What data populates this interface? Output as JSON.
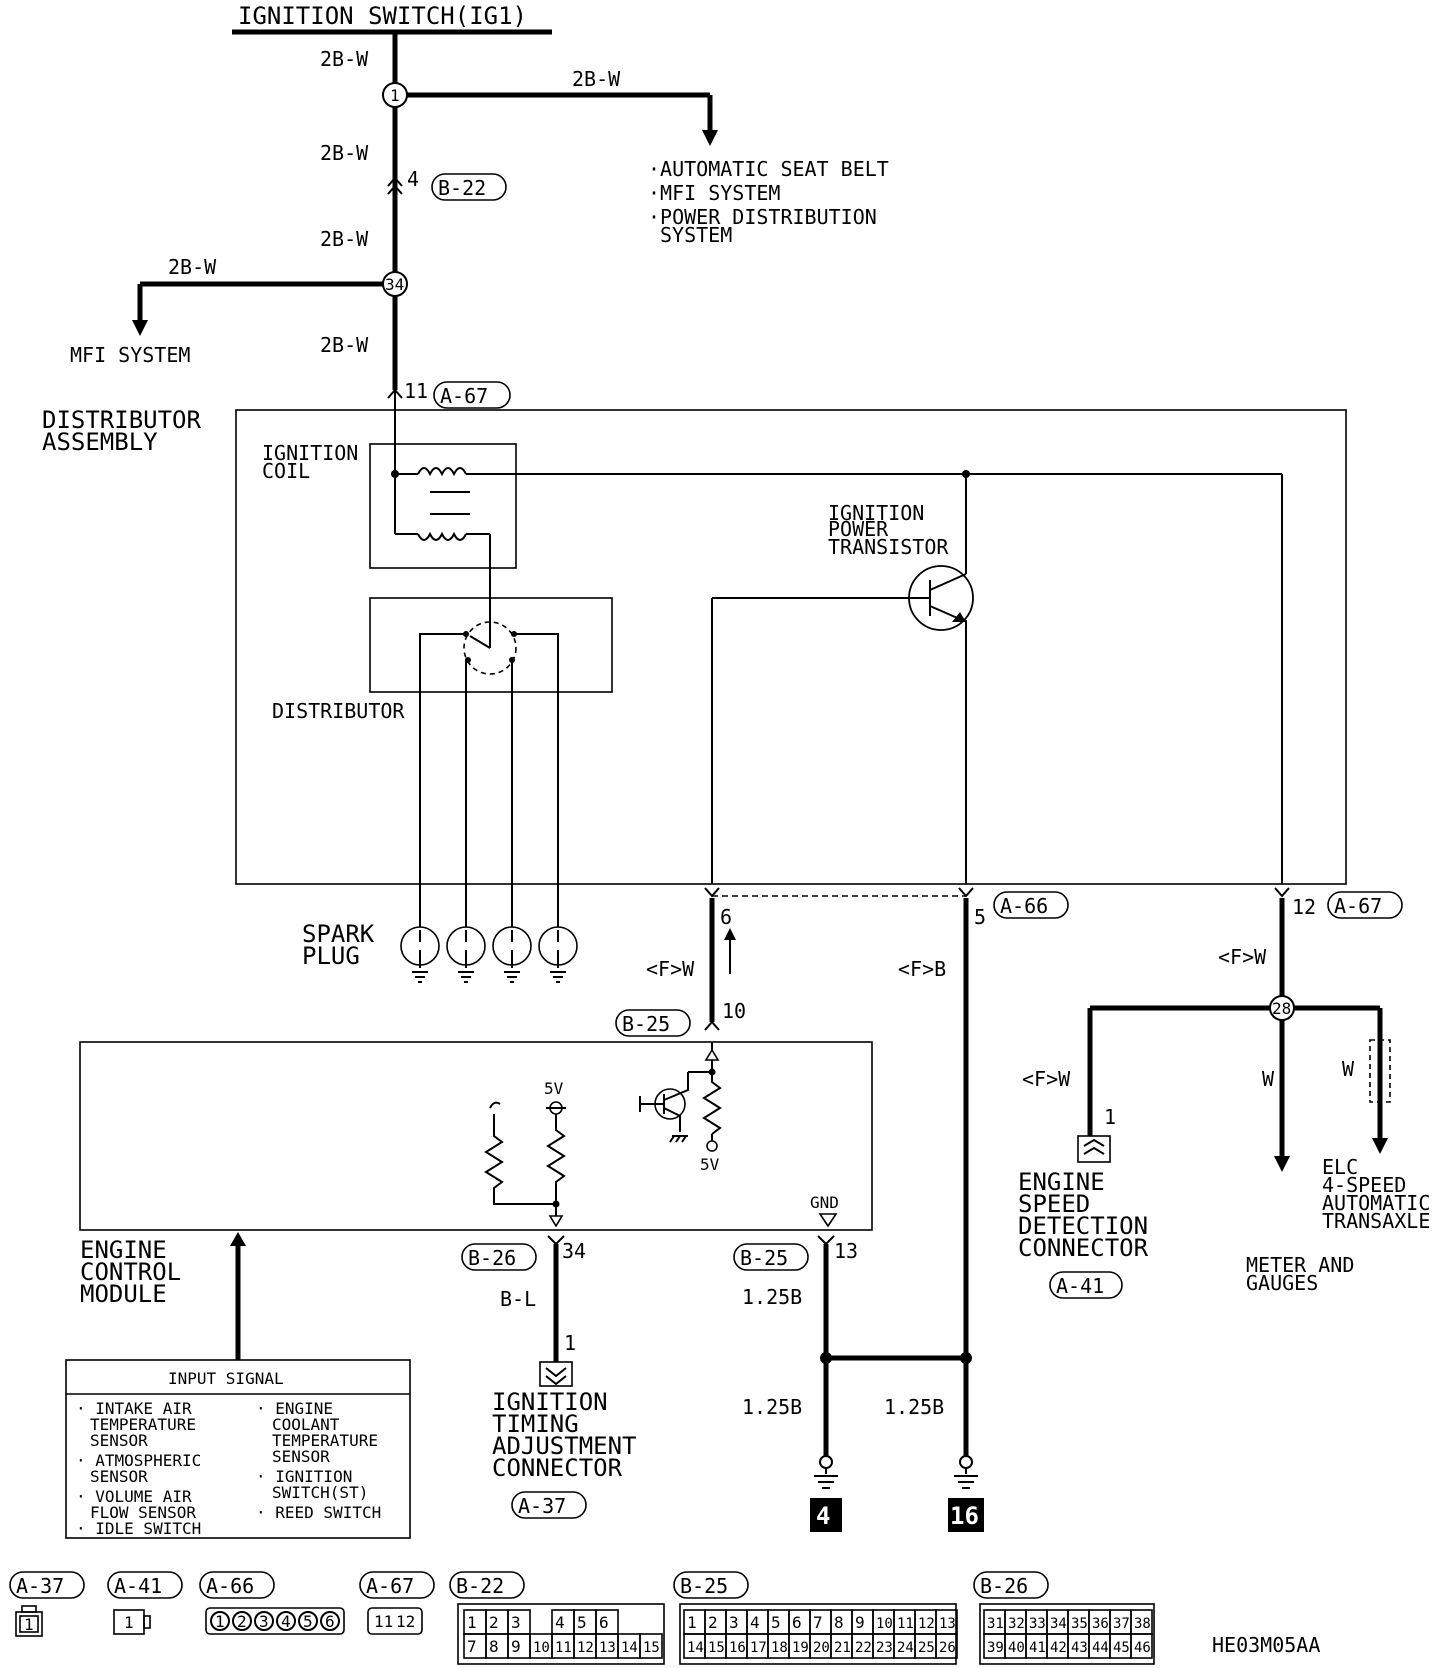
{
  "title": "IGNITION SWITCH(IG1)",
  "diagram_code": "HE03M05AA",
  "wire_labels": {
    "w_top": "2B-W",
    "w_branch_right": "2B-W",
    "w_mid1": "2B-W",
    "w_mid2": "2B-W",
    "w_branch_left": "2B-W",
    "w_mid3": "2B-W",
    "fw_6": "<F>W",
    "fb_5": "<F>B",
    "fw_12": "<F>W",
    "fw_esdc": "<F>W",
    "w_meter": "W",
    "w_elc": "W",
    "bl_34": "B-L",
    "b125_13": "1.25B",
    "b125_g4": "1.25B",
    "b125_g16": "1.25B"
  },
  "junctions": {
    "j1": "1",
    "j34": "34",
    "j28": "28"
  },
  "connectors": {
    "b22": "B-22",
    "a67_top": "A-67",
    "a66": "A-66",
    "a67_right": "A-67",
    "b25_top": "B-25",
    "b26": "B-26",
    "b25_bottom": "B-25",
    "a41": "A-41",
    "a37": "A-37"
  },
  "pins": {
    "p4": "4",
    "p11": "11",
    "p6": "6",
    "p5": "5",
    "p12": "12",
    "p10": "10",
    "p34": "34",
    "p13": "13",
    "p1_a41": "1",
    "p1_a37": "1"
  },
  "destinations": {
    "top_right": [
      "·AUTOMATIC SEAT BELT",
      "·MFI SYSTEM",
      "·POWER DISTRIBUTION",
      "SYSTEM"
    ],
    "mfi_left": "MFI SYSTEM",
    "meter": [
      "METER AND",
      "GAUGES"
    ],
    "elc": [
      "ELC",
      "4-SPEED",
      "AUTOMATIC",
      "TRANSAXLE"
    ]
  },
  "components": {
    "distributor_assembly": [
      "DISTRIBUTOR",
      "ASSEMBLY"
    ],
    "ignition_coil": [
      "IGNITION",
      "COIL"
    ],
    "distributor": "DISTRIBUTOR",
    "power_transistor": [
      "IGNITION",
      "POWER",
      "TRANSISTOR"
    ],
    "spark_plug": [
      "SPARK",
      "PLUG"
    ],
    "ecm": [
      "ENGINE",
      "CONTROL",
      "MODULE"
    ],
    "esdc": [
      "ENGINE",
      "SPEED",
      "DETECTION",
      "CONNECTOR"
    ],
    "itac": [
      "IGNITION",
      "TIMING",
      "ADJUSTMENT",
      "CONNECTOR"
    ],
    "v5_a": "5V",
    "v5_b": "5V",
    "gnd": "GND"
  },
  "input_signal": {
    "title": "INPUT SIGNAL",
    "left": [
      "· INTAKE AIR",
      "TEMPERATURE",
      "SENSOR",
      "· ATMOSPHERIC",
      "SENSOR",
      "· VOLUME AIR",
      "FLOW SENSOR",
      "· IDLE SWITCH"
    ],
    "right": [
      "· ENGINE",
      "COOLANT",
      "TEMPERATURE",
      "SENSOR",
      "· IGNITION",
      "SWITCH(ST)",
      "· REED SWITCH"
    ]
  },
  "grounds": {
    "g4": "4",
    "g16": "16"
  },
  "legend": {
    "a37": {
      "label": "A-37",
      "pins": [
        "1"
      ]
    },
    "a41": {
      "label": "A-41",
      "pins": [
        "1"
      ]
    },
    "a66": {
      "label": "A-66",
      "pins": [
        "1",
        "2",
        "3",
        "4",
        "5",
        "6"
      ]
    },
    "a67": {
      "label": "A-67",
      "pins": [
        "11",
        "12"
      ]
    },
    "b22": {
      "label": "B-22",
      "row1": [
        "1",
        "2",
        "3",
        "",
        "4",
        "5",
        "6"
      ],
      "row2": [
        "7",
        "8",
        "9",
        "10",
        "11",
        "12",
        "13",
        "14",
        "15"
      ]
    },
    "b25": {
      "label": "B-25",
      "row1": [
        "1",
        "2",
        "3",
        "4",
        "5",
        "6",
        "7",
        "8",
        "9",
        "10",
        "11",
        "12",
        "13"
      ],
      "row2": [
        "14",
        "15",
        "16",
        "17",
        "18",
        "19",
        "20",
        "21",
        "22",
        "23",
        "24",
        "25",
        "26"
      ]
    },
    "b26": {
      "label": "B-26",
      "row1": [
        "31",
        "32",
        "33",
        "34",
        "35",
        "36",
        "37",
        "38"
      ],
      "row2": [
        "39",
        "40",
        "41",
        "42",
        "43",
        "44",
        "45",
        "46"
      ]
    }
  }
}
